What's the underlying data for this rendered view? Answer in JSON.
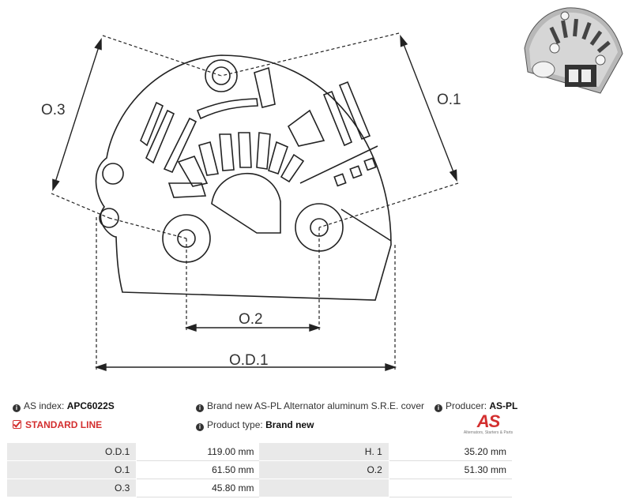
{
  "dimensions": {
    "od1": "O.D.1",
    "o1": "O.1",
    "o2": "O.2",
    "o3": "O.3"
  },
  "info": {
    "as_index_label": "AS index:",
    "as_index_value": "APC6022S",
    "standard_line": "STANDARD LINE",
    "description": "Brand new AS-PL Alternator aluminum S.R.E. cover",
    "product_type_label": "Product type:",
    "product_type_value": "Brand new",
    "producer_label": "Producer:",
    "producer_value": "AS-PL"
  },
  "logo": {
    "mark": "AS",
    "tagline": "Alternators, Starters & Parts"
  },
  "specs": [
    {
      "l1": "O.D.1",
      "v1": "119.00 mm",
      "l2": "H. 1",
      "v2": "35.20 mm"
    },
    {
      "l1": "O.1",
      "v1": "61.50 mm",
      "l2": "O.2",
      "v2": "51.30 mm"
    },
    {
      "l1": "O.3",
      "v1": "45.80 mm",
      "l2": "",
      "v2": ""
    }
  ],
  "colors": {
    "accent": "#d32f2f",
    "table_label_bg": "#e9e9e9"
  }
}
